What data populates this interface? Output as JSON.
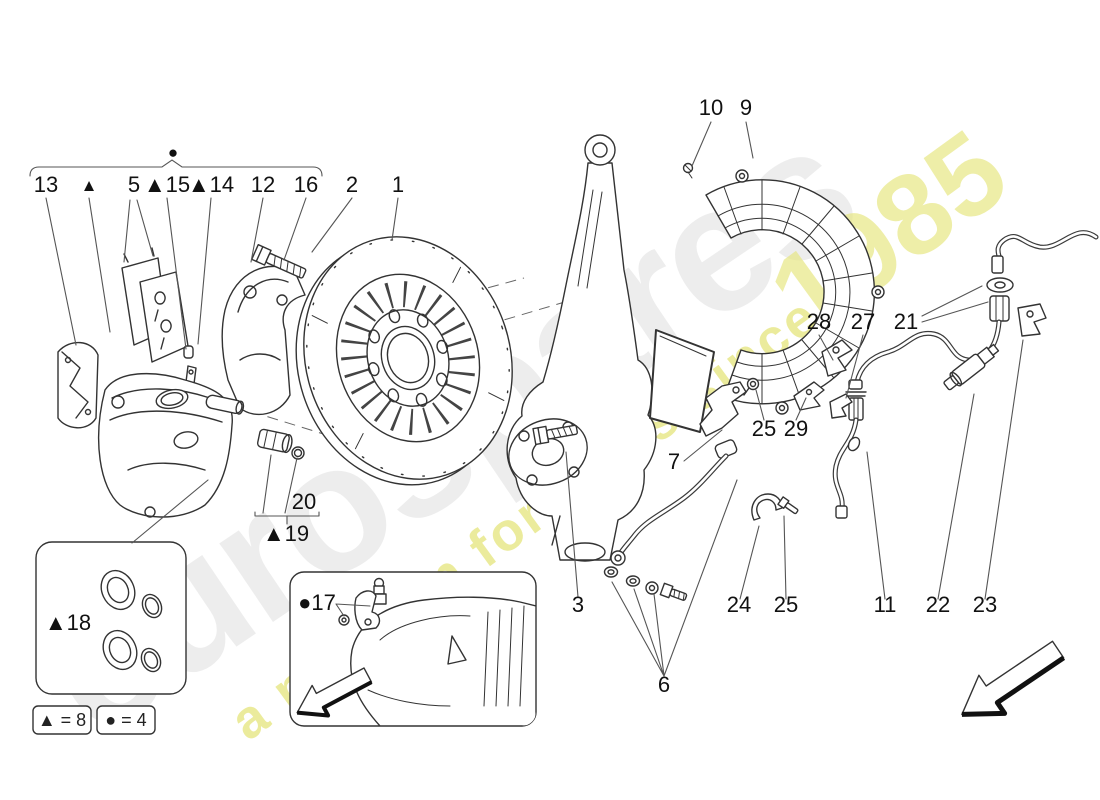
{
  "watermark": {
    "brand": "eurospares",
    "tagline": "a passion for parts since",
    "year": "1985",
    "brand_color": "#ebebeb",
    "accent_color": "#e7e784"
  },
  "legend": {
    "triangle_note": "▲ = 8",
    "dot_note": "● = 4"
  },
  "callouts": {
    "group_dot": "●",
    "n13": "13",
    "tri": "▲",
    "n5": "5",
    "n15": "▲15",
    "n14": "▲14",
    "n12": "12",
    "n16": "16",
    "n2": "2",
    "n1": "1",
    "n10": "10",
    "n9": "9",
    "n28": "28",
    "n27": "27",
    "n21": "21",
    "n25_mid": "25",
    "n29": "29",
    "n7": "7",
    "n3": "3",
    "n6": "6",
    "n20": "20",
    "n19": "▲19",
    "n18": "▲18",
    "n17": "●17",
    "n24": "24",
    "n25_bottom": "25",
    "n11": "11",
    "n22": "22",
    "n23": "23"
  }
}
